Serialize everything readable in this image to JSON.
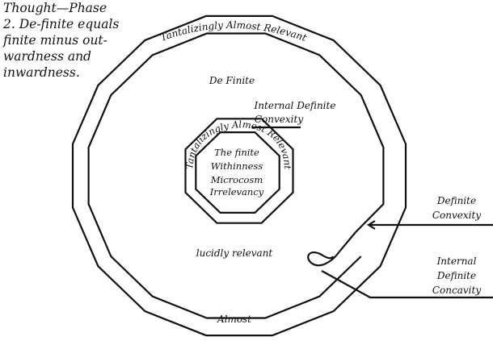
{
  "caption": {
    "lines": [
      "Thought—Phase",
      "2. De-finite equals",
      "finite minus out-",
      "wardness and",
      "inwardness."
    ]
  },
  "labels": {
    "outer_ring_top": "Tantalizingly Almost Relevant",
    "de_finite": "De Finite",
    "internal_definite_convexity": [
      "Internal Definite",
      "Convexity"
    ],
    "inner_ring_arc": "Tantalizingly Almost Relevant",
    "inner_core": [
      "The finite",
      "Withinness",
      "Microcosm",
      "Irrelevancy"
    ],
    "definite_convexity": [
      "Definite",
      "Convexity"
    ],
    "lucidly_relevant": "lucidly relevant",
    "internal_definite_concavity": [
      "Internal",
      "Definite",
      "Concavity"
    ],
    "almost": "Almost"
  }
}
